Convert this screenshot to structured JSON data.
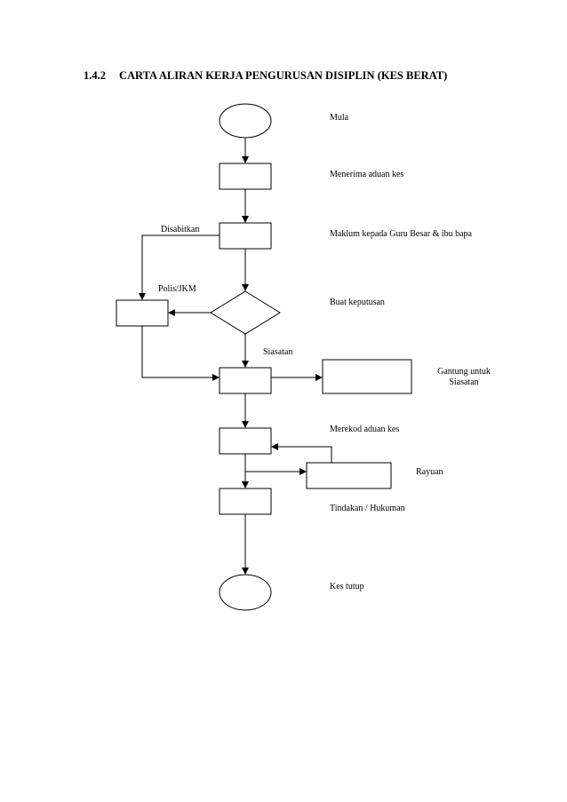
{
  "title": {
    "number": "1.4.2",
    "text": "CARTA ALIRAN KERJA PENGURUSAN DISIPLIN (KES BERAT)"
  },
  "steps": {
    "start": "Mula",
    "receive": "Menerima aduan kes",
    "inform": "Maklum kepada Guru Besar & ibu bapa",
    "decide": "Buat keputusan",
    "record": "Merekod aduan kes",
    "action": "Tindakan / Hukuman",
    "end": "Kes tutup"
  },
  "branches": {
    "convicted": "Disabitkan",
    "police": "Polis/JKM",
    "investigation": "Siasatan",
    "suspend_line1": "Gantung untuk",
    "suspend_line2": "Siasatan",
    "appeal": "Rayuan"
  }
}
